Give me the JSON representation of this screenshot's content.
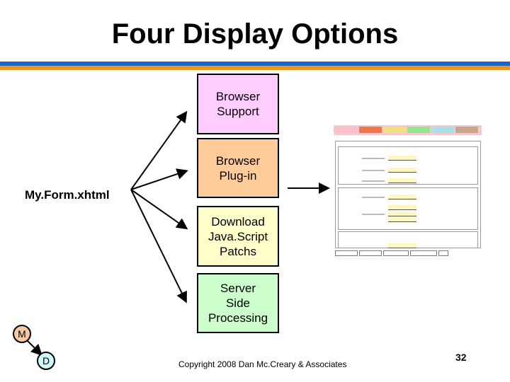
{
  "title": "Four Display Options",
  "source": "My.Form.xhtml",
  "options": [
    {
      "label": "Browser\nSupport",
      "color": "#ffccff"
    },
    {
      "label": "Browser\nPlug-in",
      "color": "#ffcc99"
    },
    {
      "label": "Download\nJava.Script\nPatchs",
      "color": "#ffffcc"
    },
    {
      "label": "Server\nSide\nProcessing",
      "color": "#ccffcc"
    }
  ],
  "badges": {
    "m": "M",
    "d": "D",
    "m_color": "#f8c8a0",
    "d_color": "#d0f8f8"
  },
  "footer": {
    "copyright": "Copyright 2008 Dan Mc.Creary & Associates",
    "page": "32"
  },
  "colors": {
    "bar_blue": "#1a66cc",
    "bar_orange": "#f0981a"
  }
}
